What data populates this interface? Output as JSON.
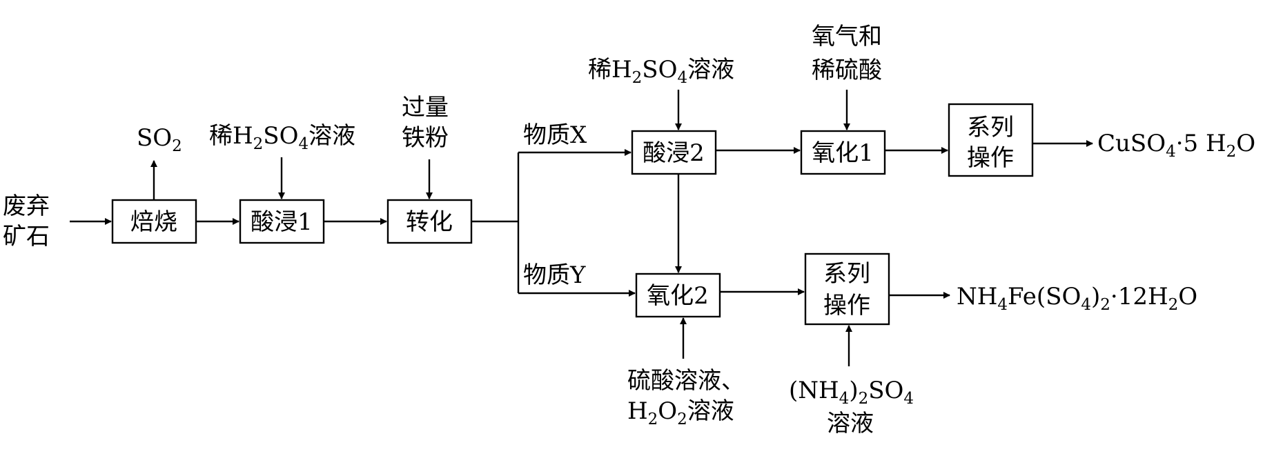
{
  "inputs": {
    "ore_l1": "废弃",
    "ore_l2": "矿石",
    "so2": "SO",
    "so2_sub": "2",
    "acid1_pre": "稀H",
    "acid1_sub1": "2",
    "acid1_mid": "SO",
    "acid1_sub2": "4",
    "acid1_post": "溶液",
    "iron_l1": "过量",
    "iron_l2": "铁粉",
    "acid2_pre": "稀H",
    "acid2_sub1": "2",
    "acid2_mid": "SO",
    "acid2_sub2": "4",
    "acid2_post": "溶液",
    "oxygen_l1": "氧气和",
    "oxygen_l2": "稀硫酸",
    "h2o2_l1": "硫酸溶液、",
    "h2o2_pre": "H",
    "h2o2_sub1": "2",
    "h2o2_mid": "O",
    "h2o2_sub2": "2",
    "h2o2_post": "溶液",
    "ammsulf_open": "(NH",
    "ammsulf_sub1": "4",
    "ammsulf_close": ")",
    "ammsulf_sub2": "2",
    "ammsulf_so": "SO",
    "ammsulf_sub3": "4",
    "ammsulf_l2": "溶液"
  },
  "boxes": {
    "roast": "焙烧",
    "leach1": "酸浸1",
    "convert": "转化",
    "leach2": "酸浸2",
    "oxid1": "氧化1",
    "ops1_l1": "系列",
    "ops1_l2": "操作",
    "oxid2": "氧化2",
    "ops2_l1": "系列",
    "ops2_l2": "操作"
  },
  "branches": {
    "x": "物质X",
    "y": "物质Y"
  },
  "products": {
    "p1_a": "CuSO",
    "p1_sub1": "4",
    "p1_b": "·5 H",
    "p1_sub2": "2",
    "p1_c": "O",
    "p2_a": "NH",
    "p2_sub1": "4",
    "p2_b": "Fe(SO",
    "p2_sub2": "4",
    "p2_c": ")",
    "p2_sub3": "2",
    "p2_d": "·12H",
    "p2_sub4": "2",
    "p2_e": "O"
  }
}
